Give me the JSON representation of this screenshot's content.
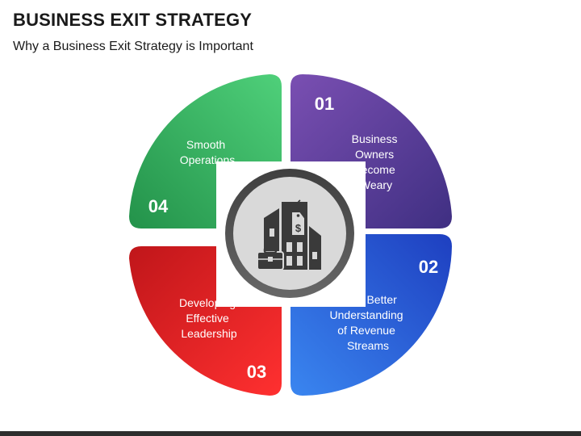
{
  "title": "BUSINESS EXIT STRATEGY",
  "subtitle": "Why a Business Exit Strategy is Important",
  "segments": [
    {
      "number": "01",
      "lines": [
        "Business",
        "Owners",
        "Become",
        "Weary"
      ],
      "color": "#5a3f98"
    },
    {
      "number": "02",
      "lines": [
        "Get a Better",
        "Understanding",
        "of Revenue",
        "Streams"
      ],
      "color": "#2a5fdb"
    },
    {
      "number": "03",
      "lines": [
        "Developing",
        "Effective",
        "Leadership"
      ],
      "color": "#e11f1f"
    },
    {
      "number": "04",
      "lines": [
        "Smooth",
        "Operations"
      ],
      "color": "#36ad58"
    }
  ],
  "center_icon": "building-with-price-tag-and-briefcase-icon",
  "colors": {
    "center_circle": "#d9d9d9",
    "center_ring": "#4d4d4d",
    "icon": "#3a3a3a",
    "bottom_bar": "#2d2d2d"
  }
}
